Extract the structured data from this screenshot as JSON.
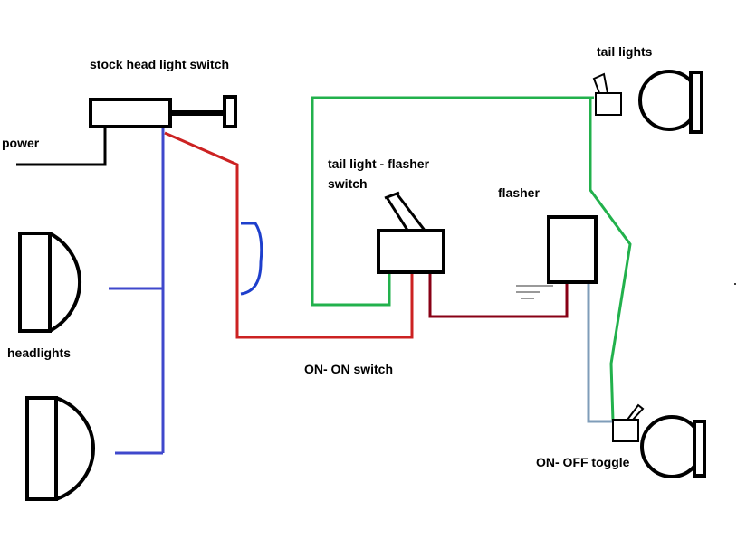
{
  "labels": {
    "headlight_switch": "stock head light switch",
    "power": "power",
    "headlights": "headlights",
    "tail_flasher_switch_line1": "tail light - flasher",
    "tail_flasher_switch_line2": "switch",
    "flasher": "flasher",
    "tail_lights": "tail lights",
    "on_on_switch": "ON- ON switch",
    "on_off_toggle": "ON- OFF toggle"
  },
  "wire_colors": {
    "power": "#000000",
    "headlights": "#3f48cc",
    "headlight_to_switch": "#cc2222",
    "on_on_switch": "#1e3fcc",
    "tail_lights": "#22b14c",
    "flasher": "#880015",
    "ground": "#999999",
    "toggle": "#7f9db9"
  }
}
